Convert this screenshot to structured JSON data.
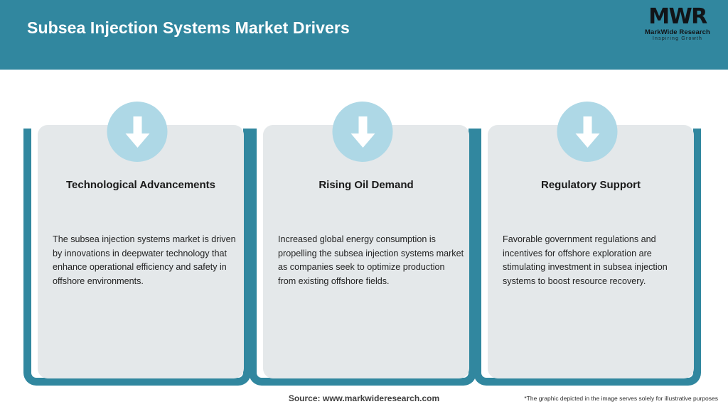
{
  "header": {
    "title": "Subsea Injection Systems Market Drivers",
    "band_color": "#31879f",
    "logo": {
      "mark": "MWR",
      "name": "MarkWide Research",
      "tagline": "Inspiring Growth"
    }
  },
  "cards": [
    {
      "icon": "down-arrow-icon",
      "title": "Technological Advancements",
      "body": "The subsea injection systems market is driven by innovations in deepwater technology that enhance operational efficiency and safety in offshore environments."
    },
    {
      "icon": "down-arrow-icon",
      "title": "Rising Oil Demand",
      "body": "Increased global energy consumption is propelling the subsea injection systems market as companies seek to optimize production from existing offshore fields."
    },
    {
      "icon": "down-arrow-icon",
      "title": "Regulatory Support",
      "body": "Favorable government regulations and incentives for offshore exploration are stimulating investment in subsea injection systems to boost resource recovery."
    }
  ],
  "footer": {
    "source": "Source: www.markwideresearch.com",
    "disclaimer": "*The graphic depicted in the image serves solely for illustrative purposes"
  },
  "colors": {
    "teal": "#31879f",
    "panel": "#e4e8ea",
    "badge": "#aed8e6",
    "title_text": "#1a1a1a",
    "body_text": "#232323"
  }
}
